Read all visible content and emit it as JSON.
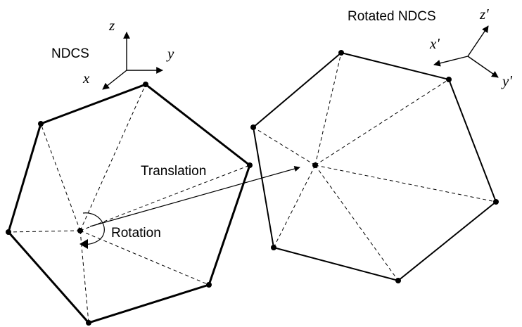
{
  "left_frame": {
    "name": "NDCS",
    "axes": {
      "z": "z",
      "y": "y",
      "x": "x"
    }
  },
  "right_frame": {
    "name": "Rotated NDCS",
    "axes": {
      "z": "z'",
      "x": "x'",
      "y": "y'"
    }
  },
  "operations": {
    "translation": "Translation",
    "rotation": "Rotation"
  }
}
